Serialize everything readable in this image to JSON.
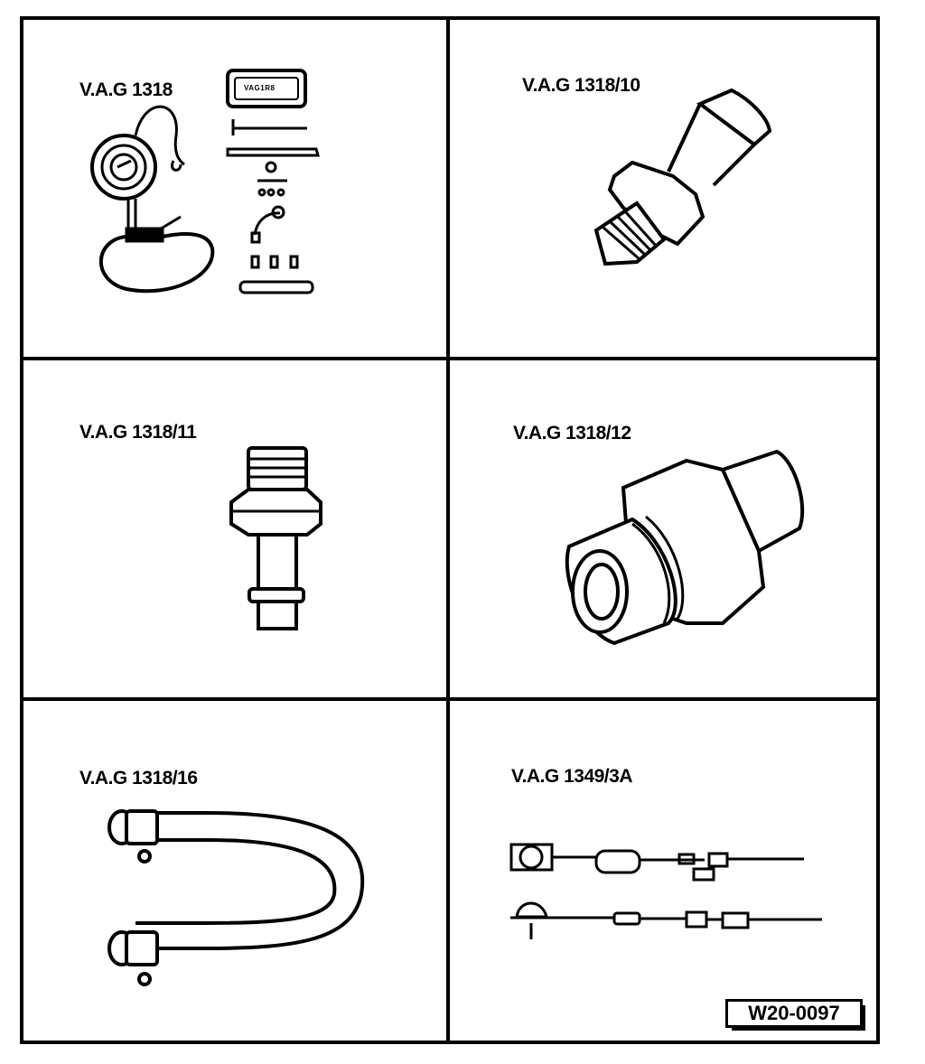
{
  "panels": [
    {
      "label": "V.A.G 1318"
    },
    {
      "label": "V.A.G 1318/10"
    },
    {
      "label": "V.A.G 1318/11"
    },
    {
      "label": "V.A.G 1318/12"
    },
    {
      "label": "V.A.G 1318/16"
    },
    {
      "label": "V.A.G 1349/3A"
    }
  ],
  "kit_case_label": "VAG1R8",
  "reference_code": "W20-0097"
}
